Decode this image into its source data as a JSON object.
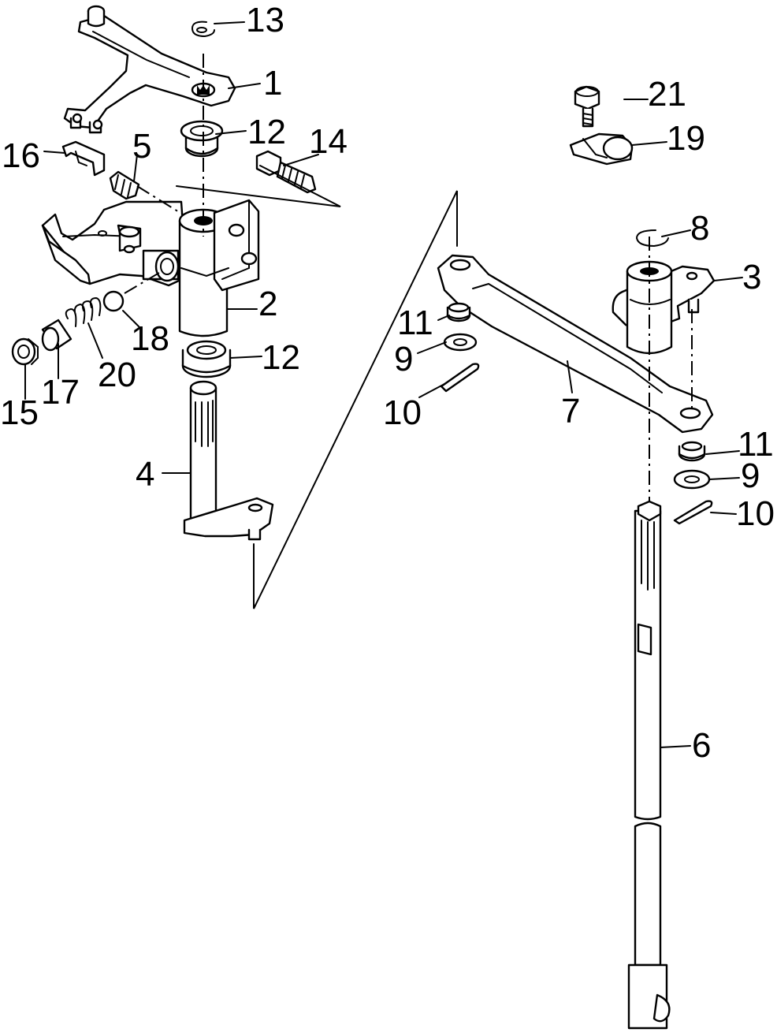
{
  "labels": {
    "p1": "1",
    "p2": "2",
    "p3": "3",
    "p4": "4",
    "p5": "5",
    "p6": "6",
    "p7": "7",
    "p8": "8",
    "p9a": "9",
    "p9b": "9",
    "p10a": "10",
    "p10b": "10",
    "p11a": "11",
    "p11b": "11",
    "p12a": "12",
    "p12b": "12",
    "p13": "13",
    "p14": "14",
    "p15": "15",
    "p16": "16",
    "p17": "17",
    "p18": "18",
    "p19": "19",
    "p20": "20",
    "p21": "21"
  }
}
